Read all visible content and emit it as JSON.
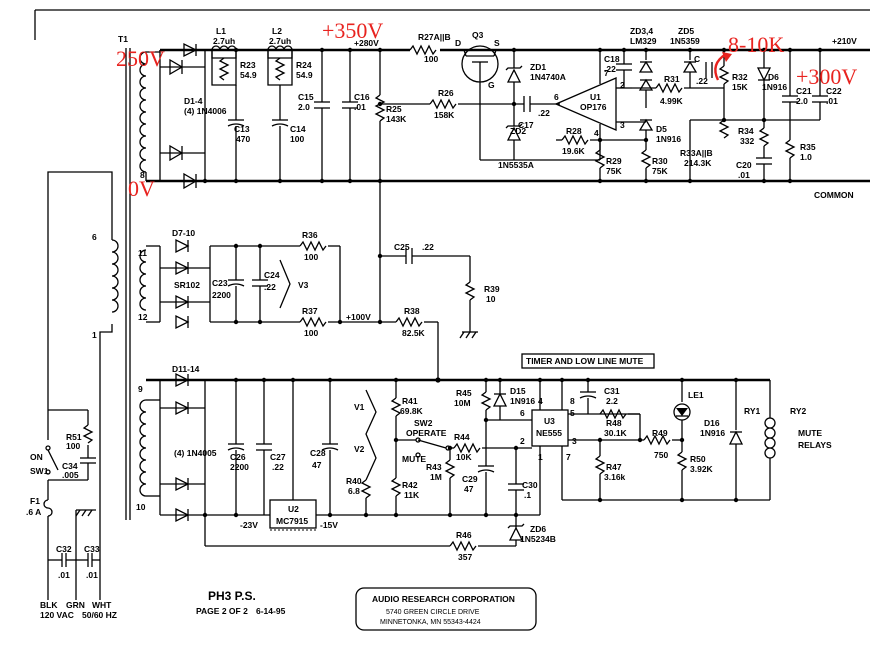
{
  "annotations": {
    "v250": "250V",
    "v350": "+350V",
    "v0": "0V",
    "v8_10k": "8-10K",
    "v300": "+300V"
  },
  "transformer": {
    "name": "T1",
    "pin6": "6",
    "pin1": "1",
    "pin8": "8",
    "pin11": "11",
    "pin12": "12",
    "pin9": "9",
    "pin10": "10"
  },
  "hv_supply": {
    "rect_name": "D1-4",
    "rect_part": "(4) 1N4006",
    "l1": "L1",
    "l1_val": "2.7uh",
    "l2": "L2",
    "l2_val": "2.7uh",
    "r23": "R23",
    "r23_val": "54.9",
    "r24": "R24",
    "r24_val": "54.9",
    "c13": "C13",
    "c13_val": "470",
    "c14": "C14",
    "c14_val": "100",
    "c15": "C15",
    "c15_val": "2.0",
    "c16": "C16",
    "c16_val": ".01",
    "rail": "+280V",
    "r25": "R25",
    "r25_val": "143K",
    "r27": "R27A||B",
    "r27_val": "100",
    "q3": "Q3",
    "d": "D",
    "s": "S",
    "g": "G",
    "zd1": "ZD1",
    "zd1_part": "1N4740A",
    "r26": "R26",
    "r26_val": "158K",
    "c17": "C17",
    "c17_val": ".22",
    "zd2": "ZD2",
    "zd2_part": "1N5535A",
    "c18": "C18",
    "c18_val": ".22",
    "zd34": "ZD3,4",
    "zd34_part": "LM329",
    "zd5": "ZD5",
    "zd5_part": "1N5359",
    "zd5_c": "C",
    "zd5_cval": ".22",
    "u1": "U1",
    "u1_part": "OP176",
    "pin7": "7",
    "pin6": "6",
    "pin2": "2",
    "pin3": "3",
    "pin4": "4",
    "r28": "R28",
    "r28_val": "19.6K",
    "r29": "R29",
    "r29_val": "75K",
    "r30": "R30",
    "r30_val": "75K",
    "r31": "R31",
    "r31_val": "4.99K",
    "d5": "D5",
    "d5_part": "1N916",
    "r32": "R32",
    "r32_val": "15K",
    "d6": "D6",
    "d6_part": "1N916",
    "r34": "R34",
    "r34_val": "332",
    "r33": "R33A||B",
    "r33_val": "214.3K",
    "c20": "C20",
    "c20_val": ".01",
    "c21": "C21",
    "c21_val": "2.0",
    "c22": "C22",
    "c22_val": ".01",
    "r35": "R35",
    "r35_val": "1.0",
    "out": "+210V",
    "common": "COMMON"
  },
  "bias_supply": {
    "rect_name": "D7-10",
    "rect_part": "SR102",
    "c23": "C23",
    "c23_val": "2200",
    "c24": "C24",
    "c24_val": ".22",
    "v3": "V3",
    "r36": "R36",
    "r36_val": "100",
    "r37": "R37",
    "r37_val": "100",
    "rail": "+100V",
    "r38": "R38",
    "r38_val": "82.5K",
    "c25": "C25",
    "c25_val": ".22",
    "r39": "R39",
    "r39_val": "10"
  },
  "lv_supply": {
    "rect_name": "D11-14",
    "rect_part": "(4) 1N4005",
    "c26": "C26",
    "c26_val": "2200",
    "c27": "C27",
    "c27_val": ".22",
    "c28": "C28",
    "c28_val": "47",
    "u2": "U2",
    "u2_part": "MC7915",
    "m23": "-23V",
    "m15": "-15V",
    "v1": "V1",
    "v2": "V2",
    "r40": "R40",
    "r40_val": "6.8",
    "r41": "R41",
    "r41_val": "69.8K",
    "r42": "R42",
    "r42_val": "11K",
    "sw2": "SW2",
    "operate": "OPERATE",
    "mute": "MUTE",
    "r43": "R43",
    "r43_val": "1M",
    "r44": "R44",
    "r44_val": "10K",
    "r45": "R45",
    "r45_val": "10M",
    "c29": "C29",
    "c29_val": "47",
    "c30": "C30",
    "c30_val": ".1",
    "d15": "D15",
    "d15_part": "1N916",
    "u3": "U3",
    "u3_part": "NE555",
    "c31": "C31",
    "c31_val": "2.2",
    "r48": "R48",
    "r48_val": "30.1K",
    "r49": "R49",
    "r49_val": "750",
    "r47": "R47",
    "r47_val": "3.16k",
    "r50": "R50",
    "r50_val": "3.92K",
    "le1": "LE1",
    "d16": "D16",
    "d16_part": "1N916",
    "ry1": "RY1",
    "ry2": "RY2",
    "mute_relays_1": "MUTE",
    "mute_relays_2": "RELAYS",
    "zd6": "ZD6",
    "zd6_part": "1N5234B",
    "r46": "R46",
    "r46_val": "357",
    "timer": "TIMER AND LOW LINE MUTE",
    "p4": "4",
    "p8": "8",
    "p5": "5",
    "p6": "6",
    "p2": "2",
    "p1": "1",
    "p7": "7",
    "p3": "3"
  },
  "mains": {
    "on": "ON",
    "sw1": "SW1",
    "r51": "R51",
    "r51_val": "100",
    "c34": "C34",
    "c34_val": ".005",
    "f1": "F1",
    "f1_val": ".6 A",
    "c32": "C32",
    "c32_val": ".01",
    "c33": "C33",
    "c33_val": ".01",
    "blk": "BLK",
    "grn": "GRN",
    "wht": "WHT",
    "vac": "120 VAC",
    "hz": "50/60 HZ"
  },
  "title_block": {
    "title": "PH3 P.S.",
    "page": "PAGE 2 OF 2",
    "date": "6-14-95",
    "company": "AUDIO RESEARCH CORPORATION",
    "address": "5740 GREEN CIRCLE DRIVE",
    "city": "MINNETONKA, MN 55343-4424"
  },
  "colors": {
    "annotation": "#e8231f",
    "ink": "#000000",
    "paper": "#ffffff"
  }
}
